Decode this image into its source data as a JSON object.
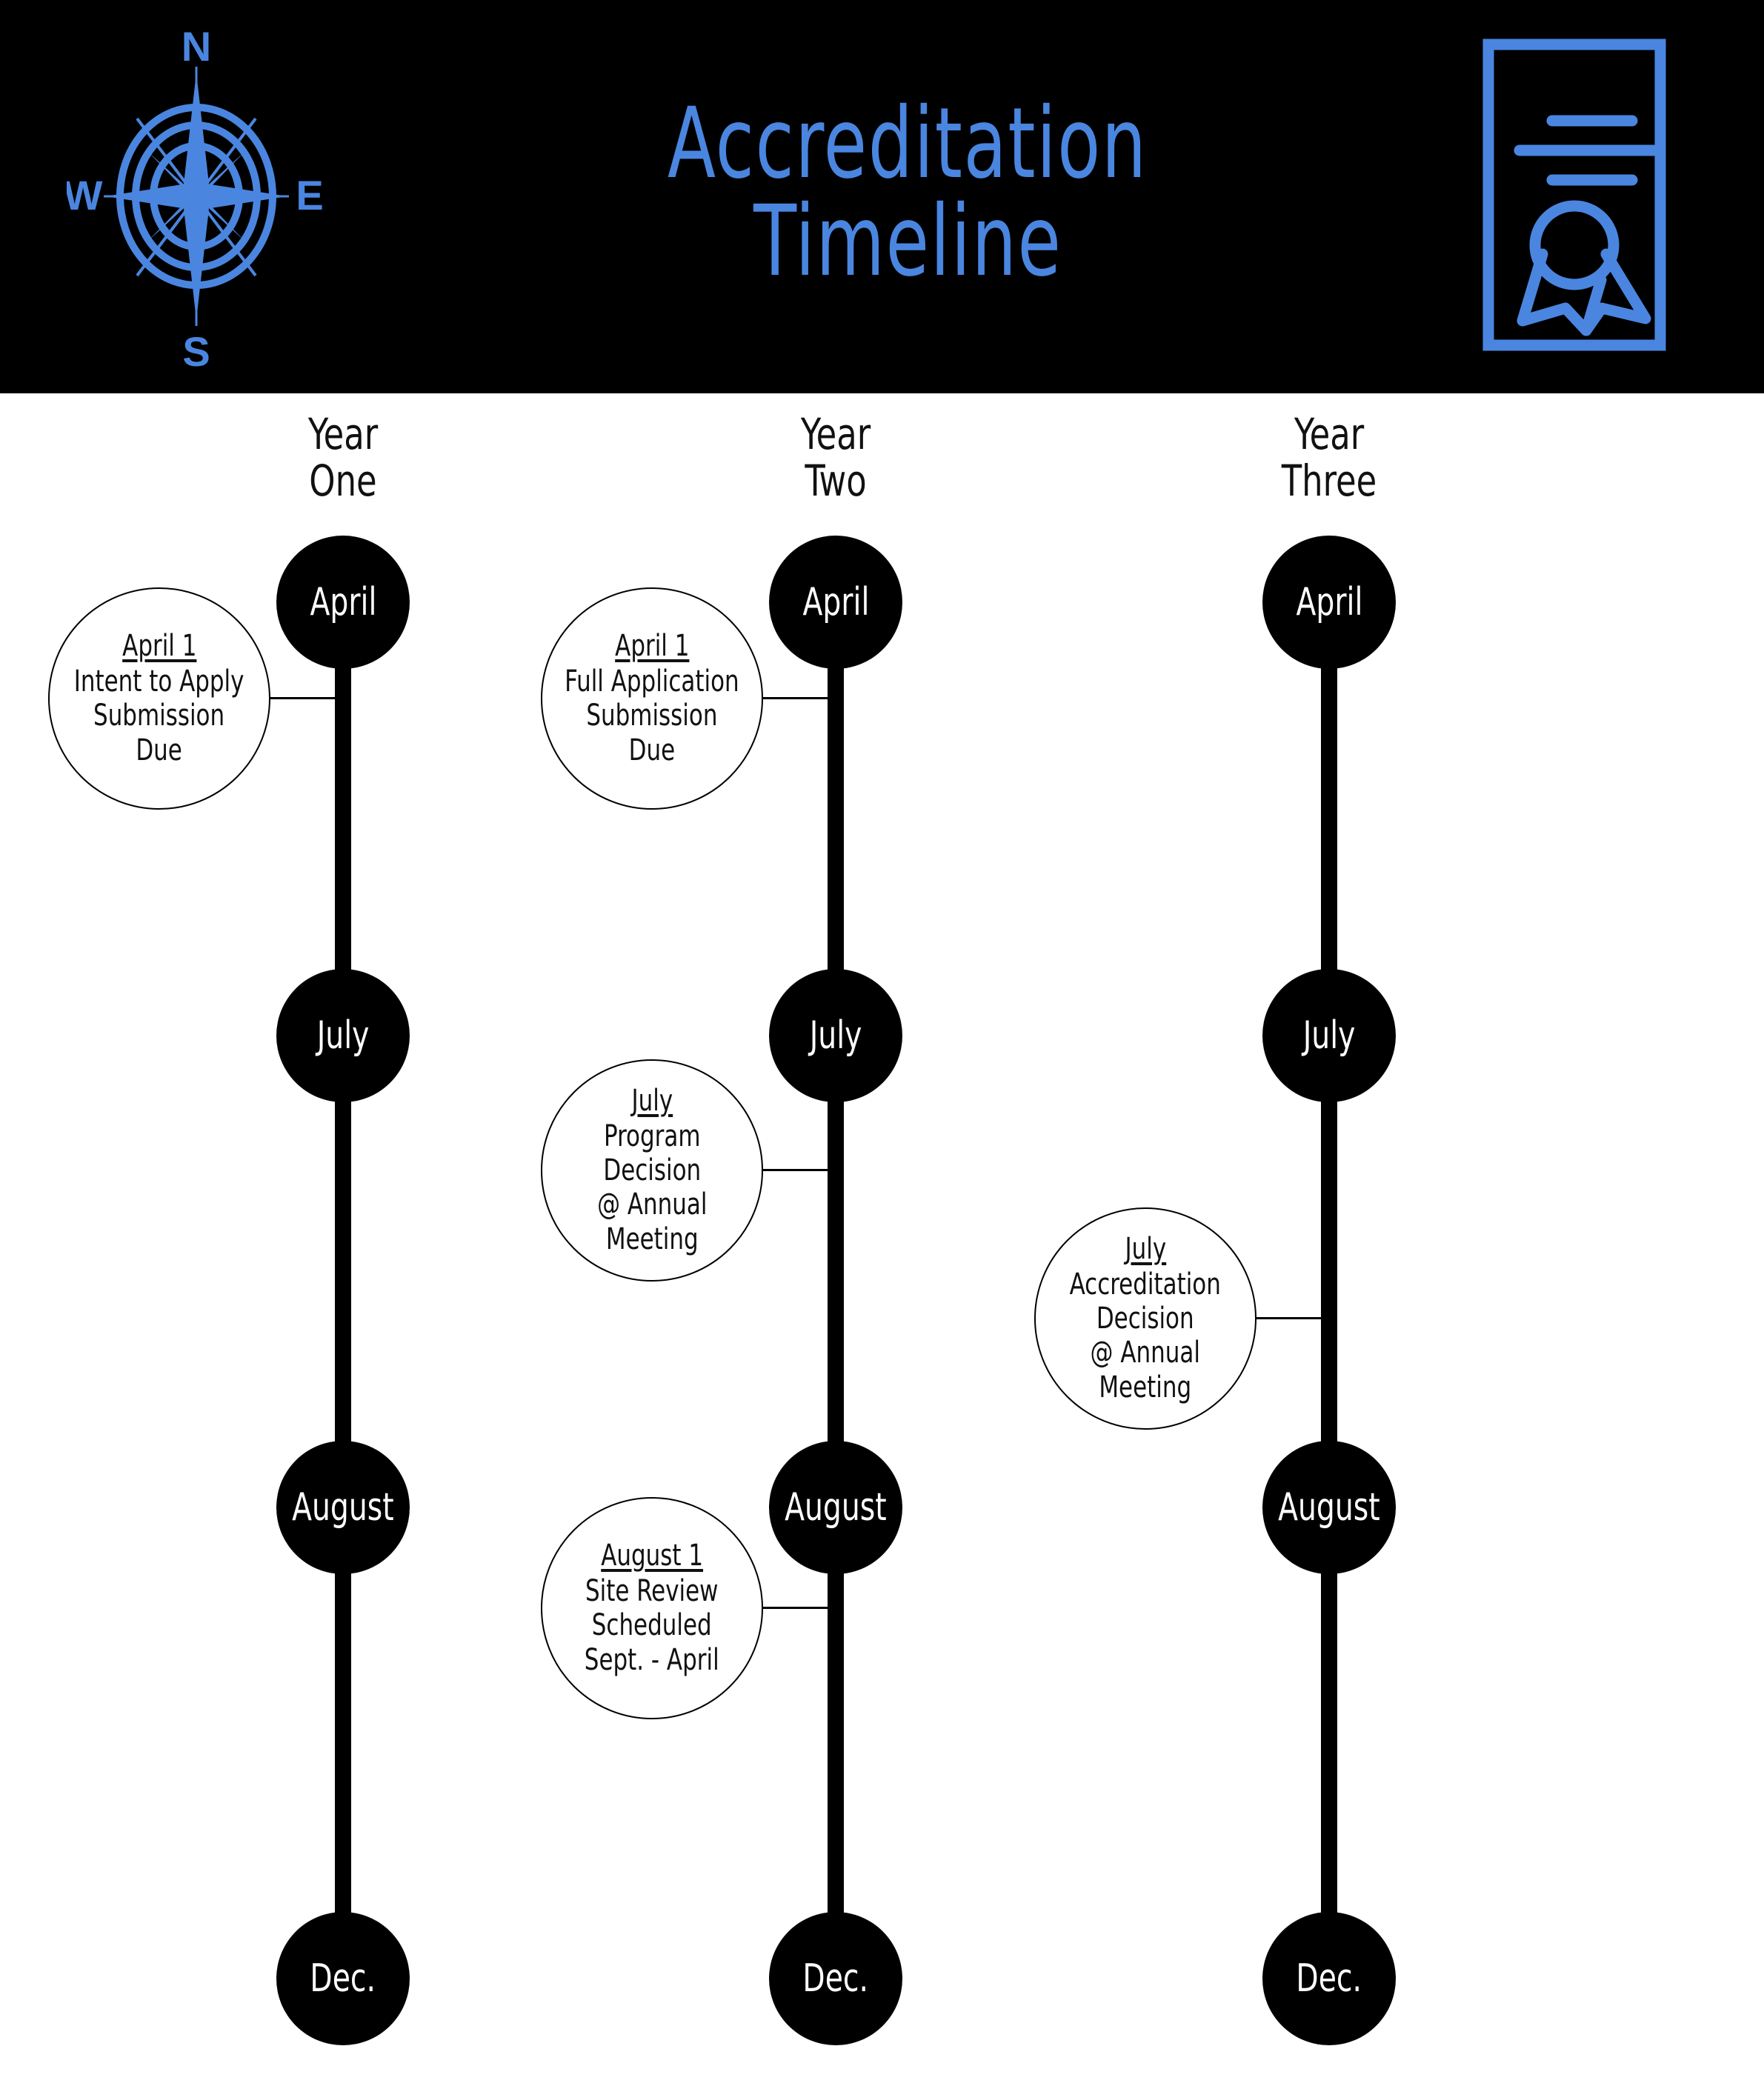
{
  "header": {
    "title_line1": "Accreditation",
    "title_line2": "Timeline",
    "accent_color": "#4a86e0",
    "background_color": "#000000",
    "compass": {
      "icon": "compass-rose-icon",
      "north": "N",
      "east": "E",
      "south": "S",
      "west": "W"
    },
    "certificate": {
      "icon": "certificate-award-icon"
    }
  },
  "timeline": {
    "node_color": "#000000",
    "callout_border_color": "#000000",
    "columns": [
      {
        "header": "Year\nOne",
        "nodes": [
          {
            "label": "April"
          },
          {
            "label": "July"
          },
          {
            "label": "August"
          },
          {
            "label": "Dec."
          }
        ],
        "callouts": [
          {
            "heading": "April 1",
            "body": "Intent to Apply\nSubmission\nDue",
            "attached_to": "April"
          }
        ]
      },
      {
        "header": "Year\nTwo",
        "nodes": [
          {
            "label": "April"
          },
          {
            "label": "July"
          },
          {
            "label": "August"
          },
          {
            "label": "Dec."
          }
        ],
        "callouts": [
          {
            "heading": "April 1",
            "body": "Full Application\nSubmission\nDue",
            "attached_to": "April"
          },
          {
            "heading": "July",
            "body": "Program\nDecision\n@ Annual\nMeeting",
            "attached_to": "July"
          },
          {
            "heading": "August 1",
            "body": "Site Review\nScheduled\nSept. - April",
            "attached_to": "August"
          }
        ]
      },
      {
        "header": "Year\nThree",
        "nodes": [
          {
            "label": "April"
          },
          {
            "label": "July"
          },
          {
            "label": "August"
          },
          {
            "label": "Dec."
          }
        ],
        "callouts": [
          {
            "heading": "July",
            "body": "Accreditation\nDecision\n@ Annual\nMeeting",
            "attached_to": "July"
          }
        ]
      }
    ]
  }
}
